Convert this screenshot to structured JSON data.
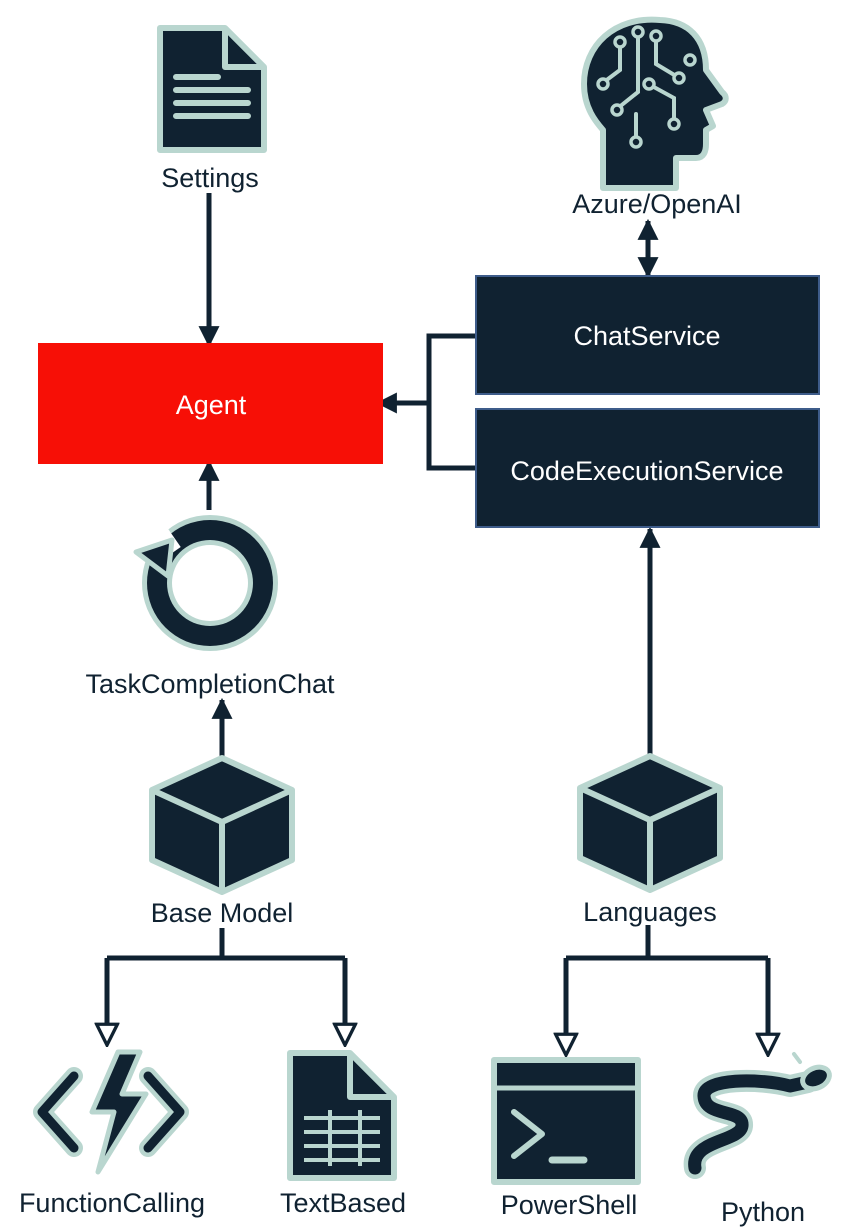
{
  "colors": {
    "dark": "#102231",
    "outline": "#b9d6cf",
    "agent": "#f70f06",
    "box_border": "#3e5c8a",
    "line": "#102231"
  },
  "nodes": {
    "settings": {
      "label": "Settings",
      "icon": "document-icon"
    },
    "azure": {
      "label": "Azure/OpenAI",
      "icon": "brain-head-icon"
    },
    "agent": {
      "label": "Agent"
    },
    "chat_service": {
      "label": "ChatService"
    },
    "code_execution_service": {
      "label": "CodeExecutionService"
    },
    "task_completion_chat": {
      "label": "TaskCompletionChat",
      "icon": "refresh-loop-icon"
    },
    "base_model": {
      "label": "Base Model",
      "icon": "cube-icon"
    },
    "languages": {
      "label": "Languages",
      "icon": "cube-icon"
    },
    "function_calling": {
      "label": "FunctionCalling",
      "icon": "function-lightning-icon"
    },
    "text_based": {
      "label": "TextBased",
      "icon": "text-document-icon"
    },
    "powershell": {
      "label": "PowerShell",
      "icon": "terminal-icon"
    },
    "python": {
      "label": "Python",
      "icon": "snake-icon"
    }
  }
}
